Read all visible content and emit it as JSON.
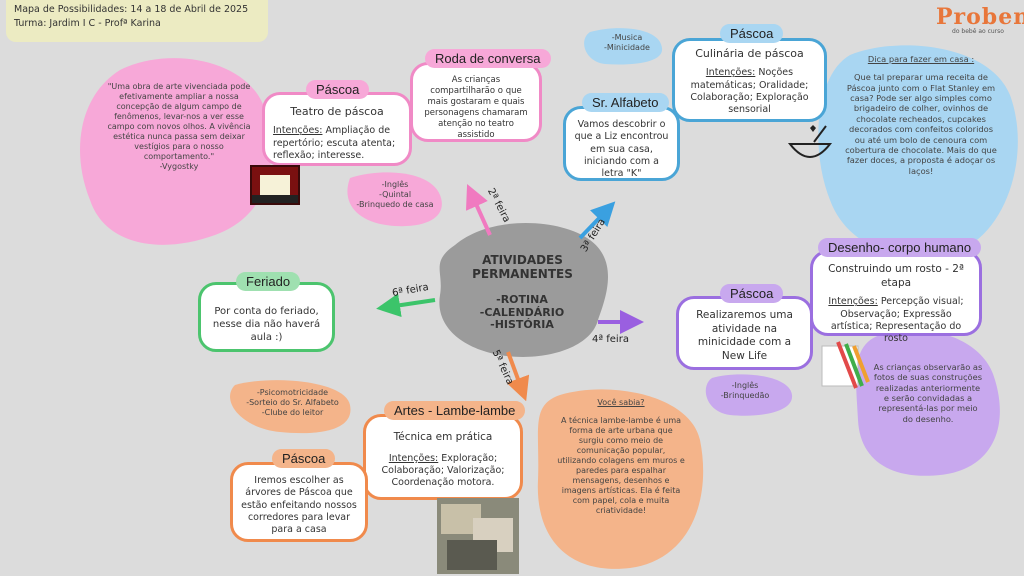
{
  "header": {
    "line1": "Mapa de Possibilidades: 14 a 18 de Abril de 2025",
    "line2": "Turma: Jardim I C - Profª Karina"
  },
  "brand": {
    "logo": "Proben",
    "tagline": "do bebê ao curso"
  },
  "center": {
    "title1": "ATIVIDADES",
    "title2": "PERMANENTES",
    "items": [
      "-ROTINA",
      "-CALENDÁRIO",
      "-HISTÓRIA"
    ]
  },
  "days": {
    "mon": "2ª feira",
    "tue": "3ª feira",
    "wed": "4ª feira",
    "thu": "5ª feira",
    "fri": "6ª feira"
  },
  "quote": {
    "text": "\"Uma obra de arte vivenciada pode efetivamente ampliar a nossa concepção de algum campo de fenômenos, levar-nos a ver esse campo com novos olhos. A vivência estética nunca passa sem deixar vestígios para o nosso comportamento.\"",
    "author": "-Vygostky"
  },
  "teatro": {
    "tag": "Páscoa",
    "title": "Teatro de páscoa",
    "int_label": "Intenções:",
    "int_text": " Ampliação de repertório; escuta atenta; reflexão; interesse.",
    "extras": "-Inglês\n-Quintal\n-Brinquedo de casa"
  },
  "roda": {
    "tag": "Roda de conversa",
    "text": "As crianças compartilharão o que mais gostaram e quais personagens chamaram atenção no teatro assistido"
  },
  "alfabeto": {
    "tag": "Sr. Alfabeto",
    "text": "Vamos descobrir o que a Liz encontrou em sua casa, iniciando com a letra \"K\"",
    "extras": "-Musica\n-Minicidade"
  },
  "culinaria": {
    "tag": "Páscoa",
    "title": "Culinária de páscoa",
    "int_label": "Intenções:",
    "int_text": " Noções matemáticas; Oralidade; Colaboração; Exploração sensorial"
  },
  "dica": {
    "title": "Dica para fazer em casa :",
    "text": "Que tal preparar uma receita de Páscoa junto com o Flat Stanley em casa? Pode ser algo simples como brigadeiro de colher, ovinhos de chocolate recheados, cupcakes decorados com confeitos coloridos ou até um bolo de cenoura com cobertura de chocolate. Mais do que fazer doces, a proposta é adoçar os laços!"
  },
  "desenho": {
    "tag": "Desenho- corpo humano",
    "title": "Construindo um rosto - 2ª etapa",
    "int_label": "Intenções:",
    "int_text": " Percepção visual; Observação; Expressão artística; Representação do rosto",
    "note": "As crianças observarão as fotos de suas construções realizadas anteriormente e serão convidadas a representá-las por meio do desenho."
  },
  "minicidade": {
    "tag": "Páscoa",
    "text": "Realizaremos uma atividade na minicidade com a New Life",
    "extras": "-Inglês\n-Brinquedão"
  },
  "feriado": {
    "tag": "Feriado",
    "text": "Por conta do feriado, nesse dia não haverá aula :)"
  },
  "artes": {
    "tag": "Artes - Lambe-lambe",
    "title": "Técnica em prática",
    "int_label": "Intenções:",
    "int_text": " Exploração; Colaboração; Valorização; Coordenação motora.",
    "extras": "-Psicomotricidade\n-Sorteio do Sr. Alfabeto\n-Clube do leitor"
  },
  "arvores": {
    "tag": "Páscoa",
    "text": "Iremos escolher as árvores de Páscoa que estão enfeitando nossos corredores para levar para a casa"
  },
  "sabia": {
    "title": "Você sabia?",
    "text": "A técnica lambe-lambe é uma forma de arte urbana que surgiu como meio de comunicação popular, utilizando colagens em muros e paredes para espalhar mensagens, desenhos e imagens artísticas. Ela é feita com papel, cola e muita criatividade!"
  },
  "colors": {
    "pink": "#f7a8d8",
    "pink_border": "#f08ac6",
    "blue": "#a9d6f2",
    "blue_border": "#4aa5d6",
    "purple": "#c8a8ee",
    "purple_border": "#9b6fe0",
    "green": "#9fe0b0",
    "green_border": "#4cc46e",
    "orange": "#f4b48a",
    "orange_border": "#f08a4c",
    "center": "#9b9b9b"
  }
}
